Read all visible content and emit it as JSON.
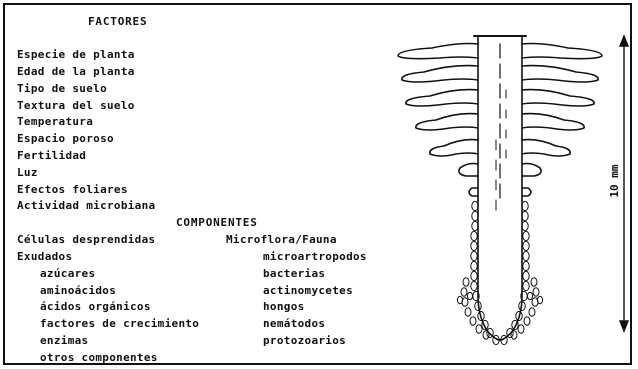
{
  "factores": {
    "heading": "FACTORES",
    "items": [
      "Especie de planta",
      "Edad de la planta",
      "Tipo de suelo",
      "Textura del suelo",
      "Temperatura",
      "Espacio poroso",
      "Fertilidad",
      "Luz",
      "Efectos foliares",
      "Actividad microbiana"
    ]
  },
  "componentes": {
    "heading": "COMPONENTES",
    "col1": {
      "items": [
        "Células desprendidas",
        "Exudados"
      ],
      "sub_items": [
        "azúcares",
        "aminoácidos",
        "ácidos orgánicos",
        "factores de crecimiento",
        "enzimas",
        "otros componentes"
      ]
    },
    "col2": {
      "title": "Microflora/Fauna",
      "items": [
        "microartropodos",
        "bacterias",
        "actinomycetes",
        "hongos",
        "nemátodos",
        "protozoarios"
      ]
    }
  },
  "scale": {
    "label": "10 mm"
  }
}
